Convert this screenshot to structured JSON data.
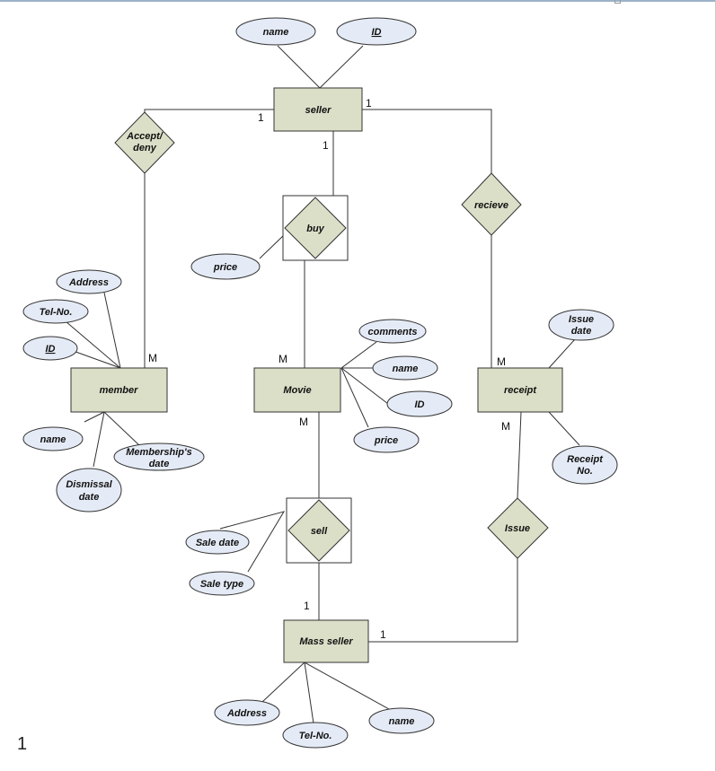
{
  "diagram": {
    "entities": {
      "seller": "seller",
      "member": "member",
      "movie": "Movie",
      "receipt": "receipt",
      "mass_seller": "Mass seller"
    },
    "relationships": {
      "accept_deny": [
        "Accept/",
        "deny"
      ],
      "buy": "buy",
      "recieve": "recieve",
      "sell": "sell",
      "issue": "Issue"
    },
    "attributes": {
      "seller_name": "name",
      "seller_id": "ID",
      "buy_price": "price",
      "member_address": "Address",
      "member_tel": "Tel-No.",
      "member_id": "ID",
      "member_name": "name",
      "member_dismissal": [
        "Dismissal",
        "date"
      ],
      "member_membership": [
        "Membership's",
        "date"
      ],
      "movie_comments": "comments",
      "movie_name": "name",
      "movie_id": "ID",
      "movie_price": "price",
      "receipt_issue_date": [
        "Issue",
        "date"
      ],
      "receipt_no": [
        "Receipt",
        "No."
      ],
      "sell_sale_date": "Sale date",
      "sell_sale_type": "Sale type",
      "mass_address": "Address",
      "mass_tel": "Tel-No.",
      "mass_name": "name"
    },
    "cardinalities": {
      "seller_left": "1",
      "seller_bottom": "1",
      "seller_right": "1",
      "member_top": "M",
      "movie_top": "M",
      "movie_bottom": "M",
      "receipt_top": "M",
      "receipt_bottom": "M",
      "mass_top": "1",
      "mass_right": "1"
    },
    "colors": {
      "entity_fill": "#dcdfc8",
      "relationship_fill": "#dcdfc8",
      "attribute_fill": "#e5ebf6",
      "stroke": "#333333"
    }
  },
  "page_number": "1"
}
